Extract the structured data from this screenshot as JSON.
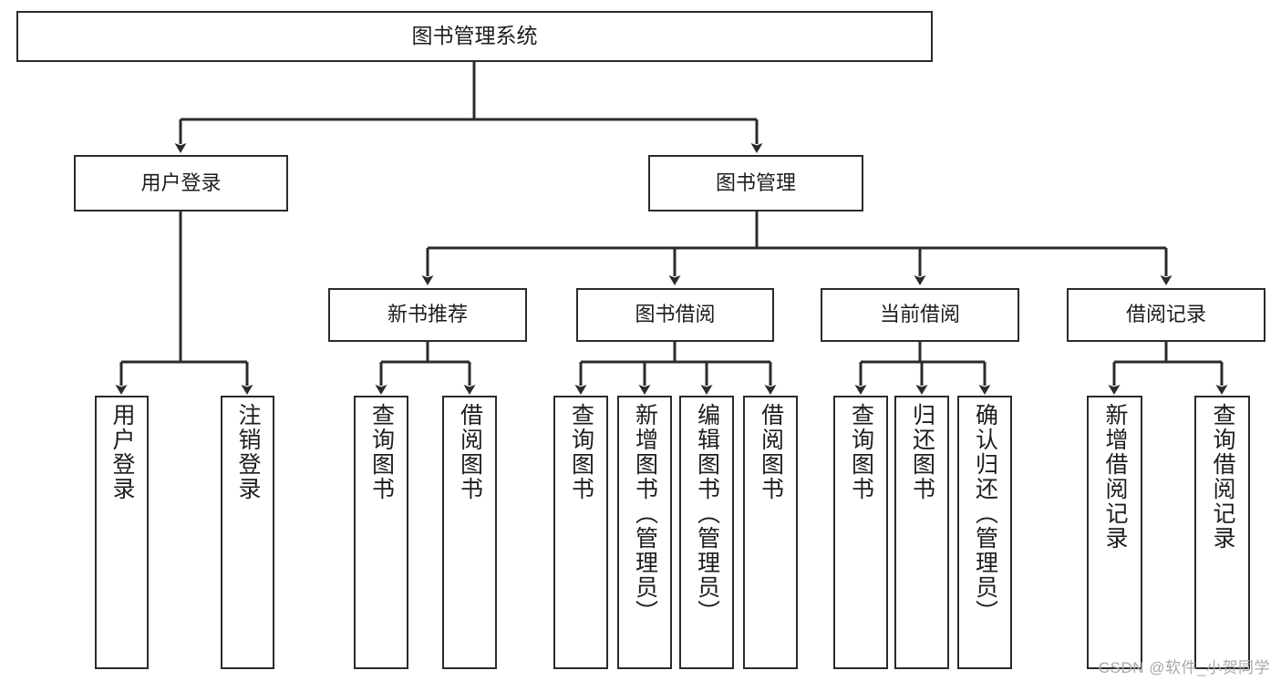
{
  "diagram": {
    "title": "图书管理系统",
    "root": {
      "id": "root",
      "label": "图书管理系统"
    },
    "level2": [
      {
        "id": "user-login",
        "label": "用户登录"
      },
      {
        "id": "book-manage",
        "label": "图书管理"
      }
    ],
    "level3": [
      {
        "id": "new-book-rec",
        "label": "新书推荐"
      },
      {
        "id": "book-borrow",
        "label": "图书借阅"
      },
      {
        "id": "current-borrow",
        "label": "当前借阅"
      },
      {
        "id": "borrow-record",
        "label": "借阅记录"
      }
    ],
    "leaves": [
      {
        "id": "leaf-user-login",
        "label": "用户登录",
        "parent": "user-login"
      },
      {
        "id": "leaf-logout-login",
        "label": "注销登录",
        "parent": "user-login"
      },
      {
        "id": "leaf-query-book-1",
        "label": "查询图书",
        "parent": "new-book-rec"
      },
      {
        "id": "leaf-borrow-book-1",
        "label": "借阅图书",
        "parent": "new-book-rec"
      },
      {
        "id": "leaf-query-book-2",
        "label": "查询图书",
        "parent": "book-borrow"
      },
      {
        "id": "leaf-add-book",
        "label": "新增图书（管理员）",
        "parent": "book-borrow"
      },
      {
        "id": "leaf-edit-book",
        "label": "编辑图书（管理员）",
        "parent": "book-borrow"
      },
      {
        "id": "leaf-borrow-book-2",
        "label": "借阅图书",
        "parent": "book-borrow"
      },
      {
        "id": "leaf-query-book-3",
        "label": "查询图书",
        "parent": "current-borrow"
      },
      {
        "id": "leaf-return-book",
        "label": "归还图书",
        "parent": "current-borrow"
      },
      {
        "id": "leaf-confirm-return",
        "label": "确认归还（管理员）",
        "parent": "current-borrow"
      },
      {
        "id": "leaf-add-record",
        "label": "新增借阅记录",
        "parent": "borrow-record"
      },
      {
        "id": "leaf-query-record",
        "label": "查询借阅记录",
        "parent": "borrow-record"
      }
    ],
    "colors": {
      "box_border": "#2b2b2b",
      "connector": "#2b2b2b",
      "box_fill": "#ffffff",
      "text": "#1d1d1d",
      "watermark": "#a8a8a8"
    }
  },
  "watermark": {
    "text": "CSDN @软件_小贺同学"
  }
}
